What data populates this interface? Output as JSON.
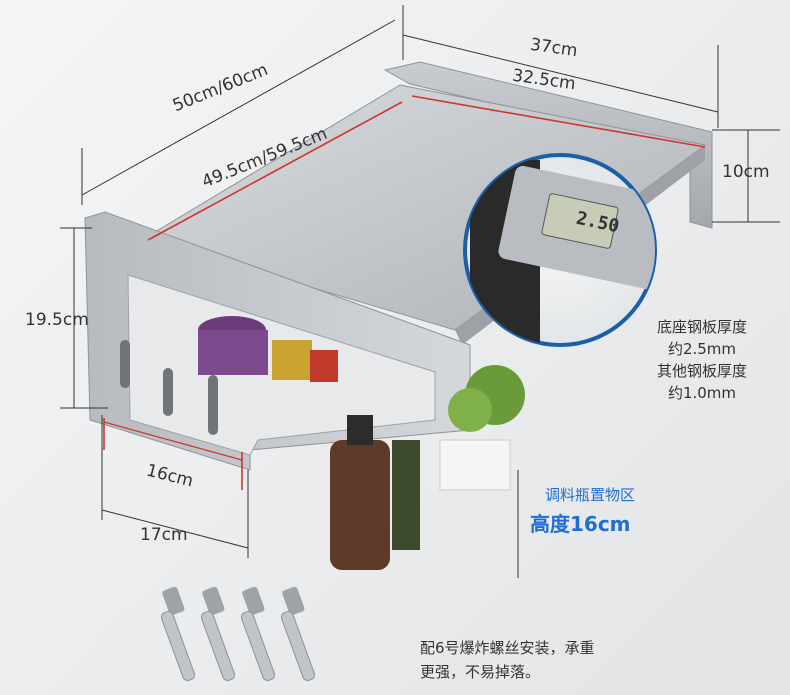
{
  "dimensions": {
    "top_outer_width": "37cm",
    "top_inner_width": "32.5cm",
    "depth_outer": "50cm/60cm",
    "depth_inner": "49.5cm/59.5cm",
    "side_height": "10cm",
    "front_height": "19.5cm",
    "basket_width": "16cm",
    "bottom_width": "17cm"
  },
  "caliper": {
    "reading": "2.50",
    "note_line1": "底座钢板厚度",
    "note_line2": "约2.5mm",
    "note_line3": "其他钢板厚度",
    "note_line4": "约1.0mm"
  },
  "seasoning_zone": {
    "label": "调料瓶置物区",
    "height": "高度16cm"
  },
  "hardware": {
    "caption_line1": "配6号爆炸螺丝安装，承重",
    "caption_line2": "更强，不易掉落。"
  },
  "colors": {
    "dimension_line": "#333333",
    "red_guide": "#d0342c",
    "accent_blue": "#1e6fd0",
    "steel": "#b8bcc0"
  }
}
